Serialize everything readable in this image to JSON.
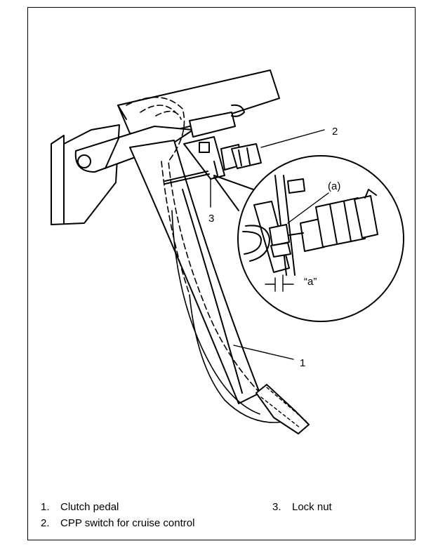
{
  "callouts": {
    "one": "1",
    "two": "2",
    "three": "3",
    "a_paren": "(a)",
    "a_quote": "“a”"
  },
  "legend": [
    {
      "num": "1.",
      "label": "Clutch pedal"
    },
    {
      "num": "2.",
      "label": "CPP switch for cruise control"
    },
    {
      "num": "3.",
      "label": "Lock nut"
    }
  ]
}
